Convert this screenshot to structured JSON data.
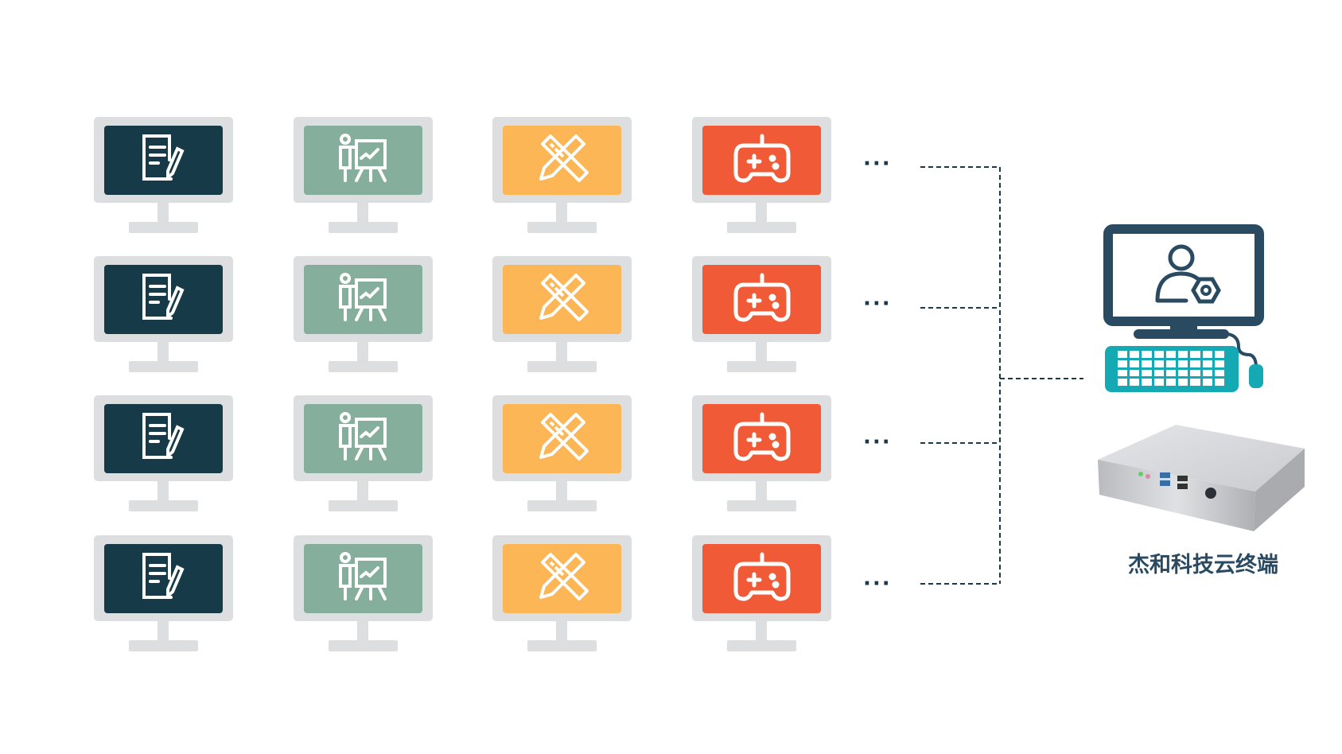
{
  "colors": {
    "monitor_frame": "#dddee0",
    "doc": "#163a47",
    "presentation": "#86ae9c",
    "design": "#fdb655",
    "game": "#f05a36",
    "connector": "#1a3a4a",
    "admin_monitor": "#2a4a62",
    "keyboard": "#15a9b3"
  },
  "grid": {
    "columns": [
      {
        "kind": "document-edit",
        "icon": "document-pencil-icon"
      },
      {
        "kind": "presentation",
        "icon": "presenter-chart-icon"
      },
      {
        "kind": "design",
        "icon": "ruler-pencil-icon"
      },
      {
        "kind": "game",
        "icon": "gamepad-icon"
      }
    ],
    "rows": 4,
    "ellipsis": "···"
  },
  "terminal": {
    "label": "杰和科技云终端",
    "admin_icon": "user-gear-icon"
  }
}
